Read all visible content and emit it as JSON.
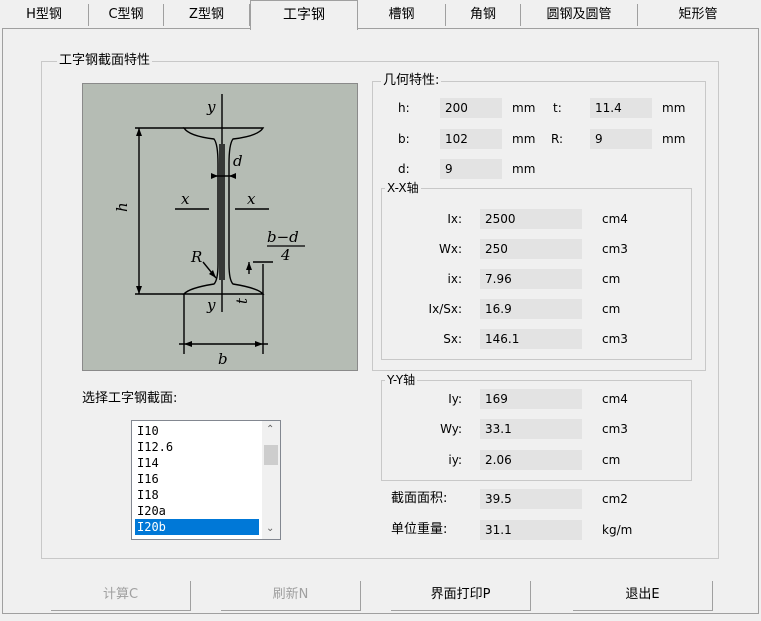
{
  "tabs": [
    {
      "label": "H型钢"
    },
    {
      "label": "C型钢"
    },
    {
      "label": "Z型钢"
    },
    {
      "label": "工字钢"
    },
    {
      "label": "槽钢"
    },
    {
      "label": "角钢"
    },
    {
      "label": "圆钢及圆管"
    },
    {
      "label": "矩形管"
    }
  ],
  "section_group": {
    "title": "工字钢截面特性"
  },
  "diagram": {
    "y_top": "y",
    "y_bottom": "y",
    "x_left": "x",
    "x_right": "x",
    "d": "d",
    "h": "h",
    "R": "R",
    "t": "t",
    "b": "b",
    "frac_num": "b−d",
    "frac_den": "4"
  },
  "select_label": "选择工字钢截面:",
  "section_list": {
    "items": [
      "I10",
      "I12.6",
      "I14",
      "I16",
      "I18",
      "I20a",
      "I20b"
    ],
    "selected": "I20b"
  },
  "geometry": {
    "title": "几何特性:",
    "h": {
      "label": "h:",
      "value": "200",
      "unit": "mm"
    },
    "t": {
      "label": "t:",
      "value": "11.4",
      "unit": "mm"
    },
    "b": {
      "label": "b:",
      "value": "102",
      "unit": "mm"
    },
    "R": {
      "label": "R:",
      "value": "9",
      "unit": "mm"
    },
    "d": {
      "label": "d:",
      "value": "9",
      "unit": "mm"
    }
  },
  "xx_axis": {
    "title": "X-X轴",
    "Ix": {
      "label": "Ix:",
      "value": "2500",
      "unit": "cm4"
    },
    "Wx": {
      "label": "Wx:",
      "value": "250",
      "unit": "cm3"
    },
    "ix": {
      "label": "ix:",
      "value": "7.96",
      "unit": "cm"
    },
    "IxSx": {
      "label": "Ix/Sx:",
      "value": "16.9",
      "unit": "cm"
    },
    "Sx": {
      "label": "Sx:",
      "value": "146.1",
      "unit": "cm3"
    }
  },
  "yy_axis": {
    "title": "Y-Y轴",
    "Iy": {
      "label": "Iy:",
      "value": "169",
      "unit": "cm4"
    },
    "Wy": {
      "label": "Wy:",
      "value": "33.1",
      "unit": "cm3"
    },
    "iy": {
      "label": "iy:",
      "value": "2.06",
      "unit": "cm"
    }
  },
  "area": {
    "label": "截面面积:",
    "value": "39.5",
    "unit": "cm2"
  },
  "weight": {
    "label": "单位重量:",
    "value": "31.1",
    "unit": "kg/m"
  },
  "buttons": {
    "calc": "计算C",
    "refresh": "刷新N",
    "print": "界面打印P",
    "exit": "退出E"
  }
}
